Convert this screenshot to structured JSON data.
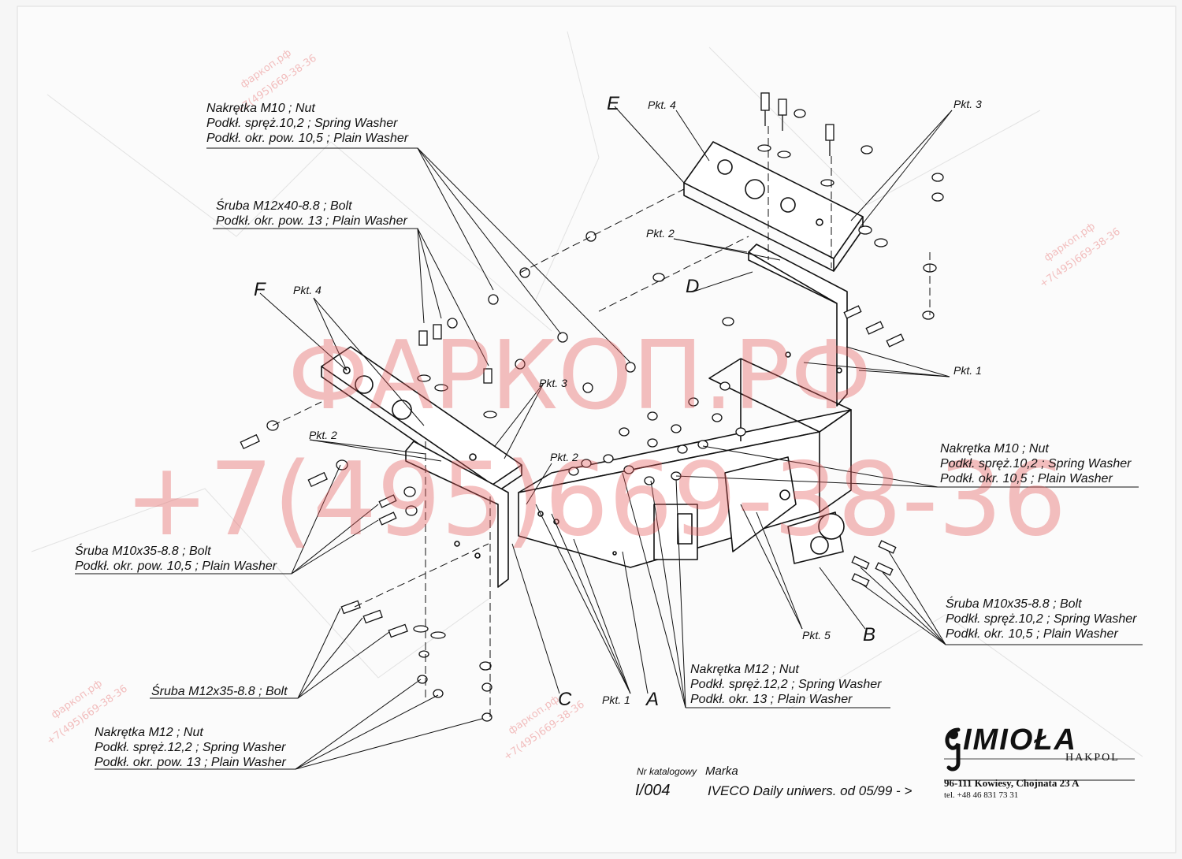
{
  "callouts": {
    "nut_m10_top": [
      "Nakrętka  M10 ; Nut",
      "Podkł. spręż.10,2 ; Spring Washer",
      "Podkł. okr. pow. 10,5 ; Plain Washer"
    ],
    "bolt_m12x40": [
      "Śruba M12x40-8.8 ;  Bolt",
      "Podkł. okr. pow. 13 ; Plain Washer"
    ],
    "bolt_m10x35_left": [
      "Śruba M10x35-8.8 ;  Bolt",
      "Podkł. okr. pow. 10,5 ; Plain Washer"
    ],
    "bolt_m12x35": [
      "Śruba M12x35-8.8 ;  Bolt"
    ],
    "nut_m12_left": [
      "Nakrętka  M12 ; Nut",
      "Podkł. spręż.12,2 ; Spring Washer",
      "Podkł. okr. pow. 13 ; Plain Washer"
    ],
    "nut_m12_center": [
      "Nakrętka  M12 ; Nut",
      "Podkł. spręż.12,2 ; Spring Washer",
      "Podkł. okr. 13 ; Plain Washer"
    ],
    "nut_m10_right": [
      "Nakrętka  M10 ; Nut",
      "Podkł. spręż.10,2 ; Spring Washer",
      "Podkł. okr. 10,5 ; Plain Washer"
    ],
    "bolt_m10x35_right": [
      "Śruba M10x35-8.8 ;  Bolt",
      "Podkł. spręż.10,2 ; Spring Washer",
      "Podkł. okr. 10,5 ; Plain Washer"
    ]
  },
  "part_letters": {
    "a": "A",
    "b": "B",
    "c": "C",
    "d": "D",
    "e": "E",
    "f": "F"
  },
  "points": {
    "pkt1_right": "Pkt. 1",
    "pkt1_bottom": "Pkt. 1",
    "pkt2_top": "Pkt. 2",
    "pkt2_left": "Pkt. 2",
    "pkt2_mid": "Pkt. 2",
    "pkt3_top": "Pkt. 3",
    "pkt3_mid": "Pkt. 3",
    "pkt4_top": "Pkt. 4",
    "pkt4_left": "Pkt. 4",
    "pkt5": "Pkt. 5"
  },
  "footer": {
    "catalog_label": "Nr katalogowy",
    "brand_label": "Marka",
    "catalog_number": "I/004",
    "vehicle": "IVECO Daily uniwers.   od  05/99 - >"
  },
  "logo": {
    "name": "IMIOŁA",
    "sub": "HAKPOL"
  },
  "address": {
    "line1": "96-111 Kowiesy, Chojnata 23 A",
    "phone": "tel. +48 46 831 73 31"
  },
  "watermark": {
    "big_site": "ФАРКОП.РФ",
    "big_phone": "+7(495)669-38-36",
    "small_site": "фаркоп.рф",
    "small_phone": "+7(495)669-38-36"
  },
  "colors": {
    "ink": "#111111",
    "watermark": "#e65a5a"
  }
}
